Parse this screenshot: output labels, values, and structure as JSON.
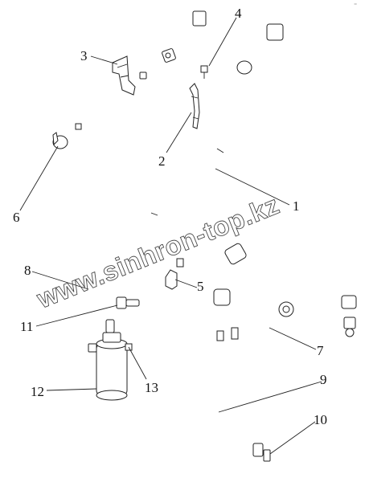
{
  "diagram": {
    "corner_mark": "⁼",
    "watermark": "www.sinhron-top.kz",
    "callouts": [
      {
        "id": "1",
        "label": "1"
      },
      {
        "id": "2",
        "label": "2"
      },
      {
        "id": "3",
        "label": "3"
      },
      {
        "id": "4",
        "label": "4"
      },
      {
        "id": "5",
        "label": "5"
      },
      {
        "id": "6",
        "label": "6"
      },
      {
        "id": "7",
        "label": "7"
      },
      {
        "id": "8",
        "label": "8"
      },
      {
        "id": "9",
        "label": "9"
      },
      {
        "id": "10",
        "label": "10"
      },
      {
        "id": "11",
        "label": "11"
      },
      {
        "id": "12",
        "label": "12"
      },
      {
        "id": "13",
        "label": "13"
      }
    ]
  }
}
